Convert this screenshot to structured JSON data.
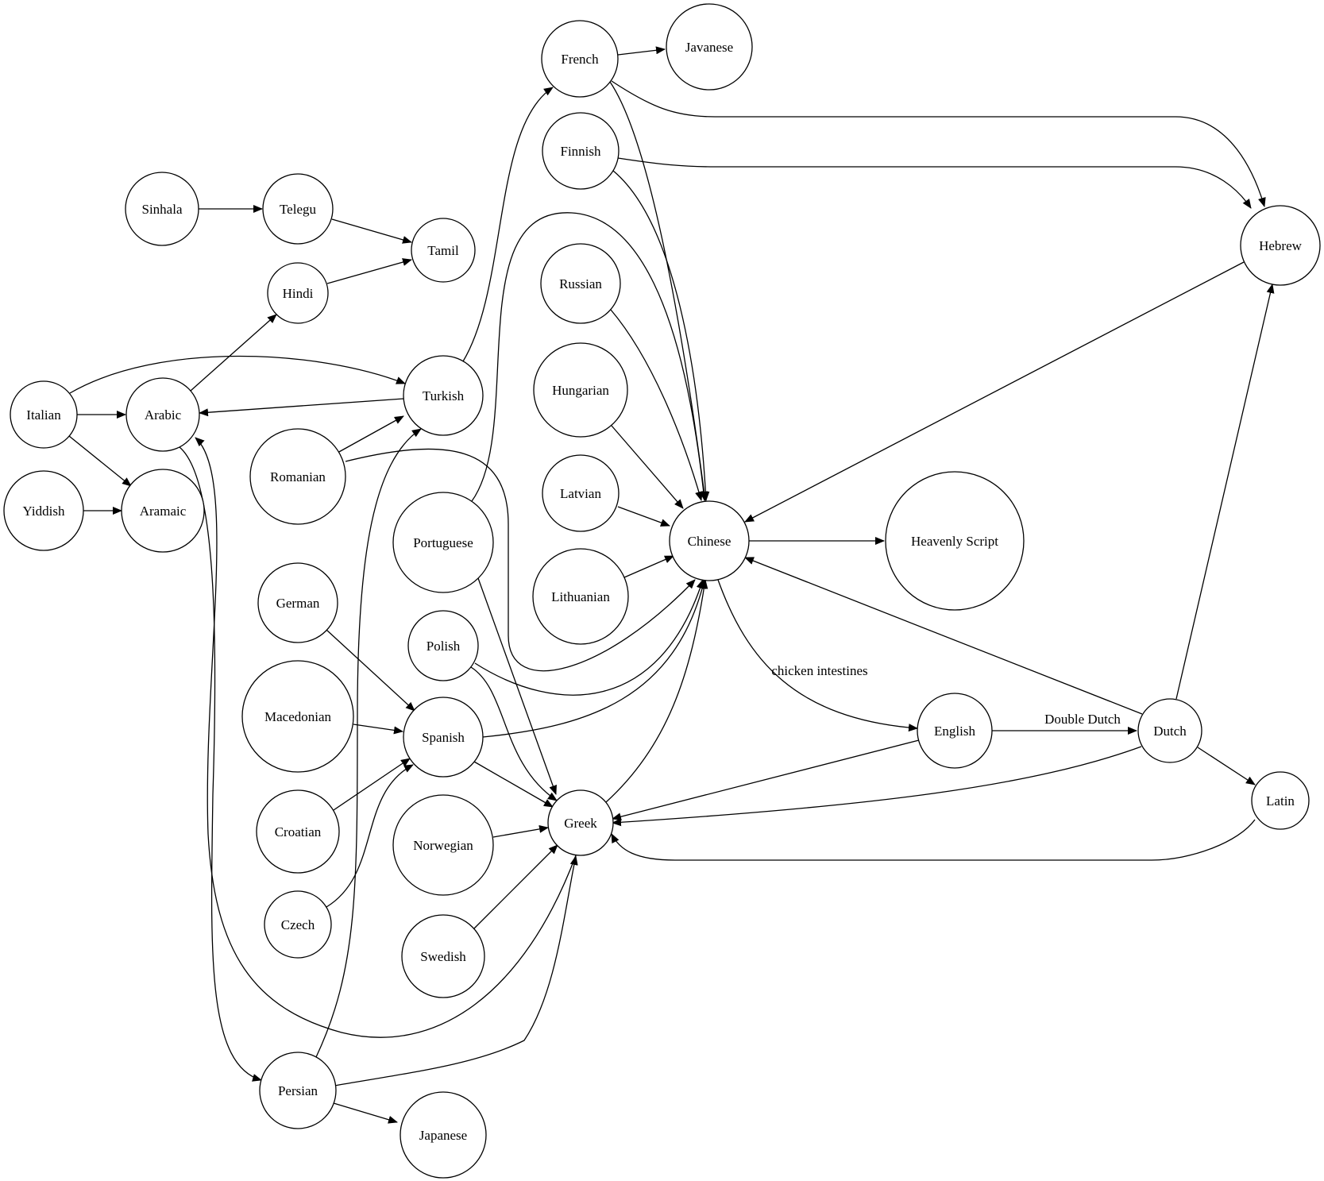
{
  "nodes": [
    {
      "id": "french",
      "label": "French"
    },
    {
      "id": "javanese",
      "label": "Javanese"
    },
    {
      "id": "finnish",
      "label": "Finnish"
    },
    {
      "id": "sinhala",
      "label": "Sinhala"
    },
    {
      "id": "telegu",
      "label": "Telegu"
    },
    {
      "id": "tamil",
      "label": "Tamil"
    },
    {
      "id": "hindi",
      "label": "Hindi"
    },
    {
      "id": "hebrew",
      "label": "Hebrew"
    },
    {
      "id": "russian",
      "label": "Russian"
    },
    {
      "id": "italian",
      "label": "Italian"
    },
    {
      "id": "arabic",
      "label": "Arabic"
    },
    {
      "id": "turkish",
      "label": "Turkish"
    },
    {
      "id": "hungarian",
      "label": "Hungarian"
    },
    {
      "id": "romanian",
      "label": "Romanian"
    },
    {
      "id": "latvian",
      "label": "Latvian"
    },
    {
      "id": "yiddish",
      "label": "Yiddish"
    },
    {
      "id": "aramaic",
      "label": "Aramaic"
    },
    {
      "id": "portuguese",
      "label": "Portuguese"
    },
    {
      "id": "chinese",
      "label": "Chinese"
    },
    {
      "id": "heavenly",
      "label": "Heavenly Script"
    },
    {
      "id": "lithuanian",
      "label": "Lithuanian"
    },
    {
      "id": "german",
      "label": "German"
    },
    {
      "id": "polish",
      "label": "Polish"
    },
    {
      "id": "macedonian",
      "label": "Macedonian"
    },
    {
      "id": "spanish",
      "label": "Spanish"
    },
    {
      "id": "english",
      "label": "English"
    },
    {
      "id": "dutch",
      "label": "Dutch"
    },
    {
      "id": "latin",
      "label": "Latin"
    },
    {
      "id": "croatian",
      "label": "Croatian"
    },
    {
      "id": "greek",
      "label": "Greek"
    },
    {
      "id": "norwegian",
      "label": "Norwegian"
    },
    {
      "id": "czech",
      "label": "Czech"
    },
    {
      "id": "swedish",
      "label": "Swedish"
    },
    {
      "id": "persian",
      "label": "Persian"
    },
    {
      "id": "japanese",
      "label": "Japanese"
    }
  ],
  "edges": [
    {
      "from": "french",
      "to": "javanese"
    },
    {
      "from": "french",
      "to": "hebrew"
    },
    {
      "from": "french",
      "to": "chinese"
    },
    {
      "from": "finnish",
      "to": "hebrew"
    },
    {
      "from": "finnish",
      "to": "chinese"
    },
    {
      "from": "sinhala",
      "to": "telegu"
    },
    {
      "from": "telegu",
      "to": "tamil"
    },
    {
      "from": "hindi",
      "to": "tamil"
    },
    {
      "from": "arabic",
      "to": "hindi"
    },
    {
      "from": "italian",
      "to": "arabic"
    },
    {
      "from": "italian",
      "to": "turkish"
    },
    {
      "from": "italian",
      "to": "aramaic"
    },
    {
      "from": "yiddish",
      "to": "aramaic"
    },
    {
      "from": "turkish",
      "to": "arabic"
    },
    {
      "from": "turkish",
      "to": "french"
    },
    {
      "from": "romanian",
      "to": "turkish"
    },
    {
      "from": "romanian",
      "to": "chinese"
    },
    {
      "from": "portuguese",
      "to": "chinese"
    },
    {
      "from": "portuguese",
      "to": "greek"
    },
    {
      "from": "russian",
      "to": "chinese"
    },
    {
      "from": "hungarian",
      "to": "chinese"
    },
    {
      "from": "latvian",
      "to": "chinese"
    },
    {
      "from": "lithuanian",
      "to": "chinese"
    },
    {
      "from": "hebrew",
      "to": "chinese"
    },
    {
      "from": "chinese",
      "to": "heavenly"
    },
    {
      "from": "chinese",
      "to": "english",
      "label": "chicken intestines"
    },
    {
      "from": "english",
      "to": "dutch",
      "label": "Double Dutch"
    },
    {
      "from": "english",
      "to": "greek"
    },
    {
      "from": "dutch",
      "to": "chinese"
    },
    {
      "from": "dutch",
      "to": "hebrew"
    },
    {
      "from": "dutch",
      "to": "latin"
    },
    {
      "from": "dutch",
      "to": "greek"
    },
    {
      "from": "latin",
      "to": "greek"
    },
    {
      "from": "german",
      "to": "spanish"
    },
    {
      "from": "macedonian",
      "to": "spanish"
    },
    {
      "from": "croatian",
      "to": "spanish"
    },
    {
      "from": "czech",
      "to": "spanish"
    },
    {
      "from": "spanish",
      "to": "chinese"
    },
    {
      "from": "spanish",
      "to": "greek"
    },
    {
      "from": "polish",
      "to": "chinese"
    },
    {
      "from": "polish",
      "to": "greek"
    },
    {
      "from": "norwegian",
      "to": "greek"
    },
    {
      "from": "swedish",
      "to": "greek"
    },
    {
      "from": "greek",
      "to": "chinese"
    },
    {
      "from": "greek",
      "to": "arabic"
    },
    {
      "from": "arabic",
      "to": "persian"
    },
    {
      "from": "persian",
      "to": "turkish"
    },
    {
      "from": "persian",
      "to": "greek"
    },
    {
      "from": "persian",
      "to": "japanese"
    }
  ]
}
